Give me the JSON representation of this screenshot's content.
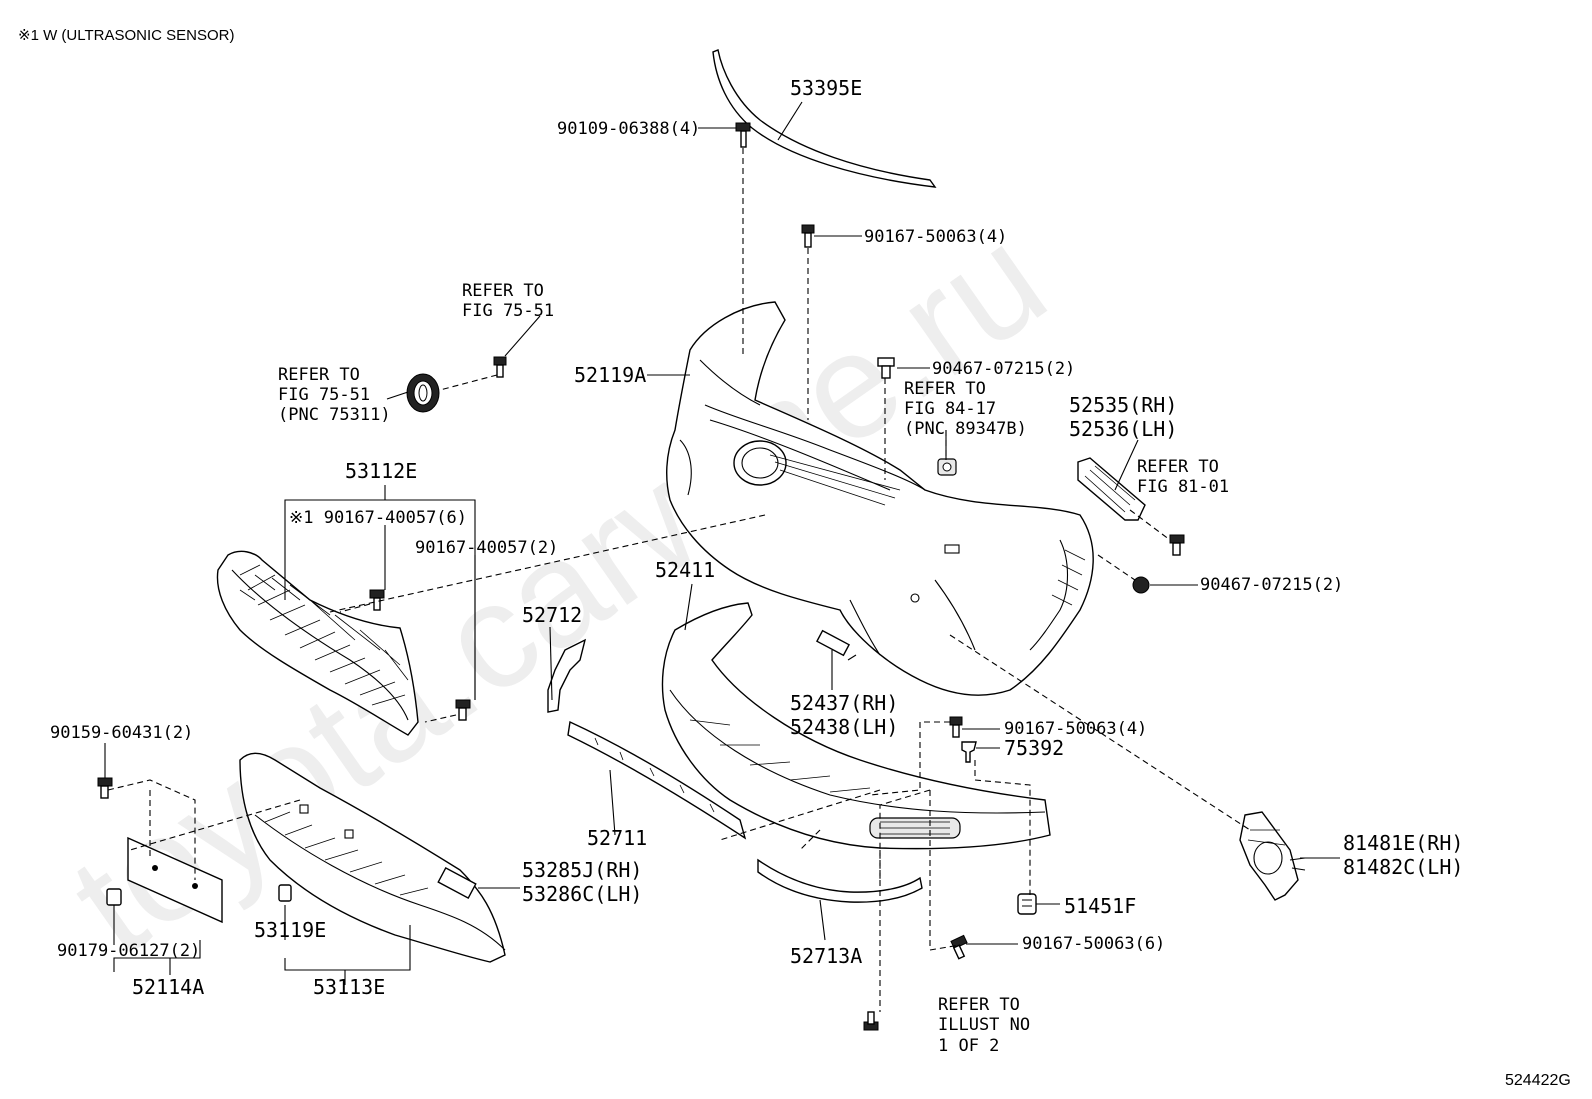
{
  "header_note": "※1 W (ULTRASONIC SENSOR)",
  "diagram_code": "524422G",
  "watermark": "toyota.carwine.ru",
  "labels": {
    "p53395E": "53395E",
    "p90109": "90109-06388(4)",
    "p90167_50063_top": "90167-50063(4)",
    "refer_75_51_a_1": "REFER TO",
    "refer_75_51_a_2": "FIG 75-51",
    "refer_75_51_b_1": "REFER TO",
    "refer_75_51_b_2": "FIG 75-51",
    "refer_75_51_b_3": "(PNC 75311)",
    "p52119A": "52119A",
    "p90467_top": "90467-07215(2)",
    "refer_84_17_1": "REFER TO",
    "refer_84_17_2": "FIG 84-17",
    "refer_84_17_3": "(PNC 89347B)",
    "p52535": "52535(RH)",
    "p52536": "52536(LH)",
    "refer_81_01_1": "REFER TO",
    "refer_81_01_2": "FIG 81-01",
    "p53112E": "53112E",
    "p90167_40057_6": "※1 90167-40057(6)",
    "p90167_40057_2": "90167-40057(2)",
    "p90467_right": "90467-07215(2)",
    "p52411": "52411",
    "p52712": "52712",
    "p52437": "52437(RH)",
    "p52438": "52438(LH)",
    "p90159": "90159-60431(2)",
    "p90167_50063_mid": "90167-50063(4)",
    "p75392": "75392",
    "p52711": "52711",
    "p81481E": "81481E(RH)",
    "p81482C": "81482C(LH)",
    "p53285J": "53285J(RH)",
    "p53286C": "53286C(LH)",
    "p51451F": "51451F",
    "p53119E": "53119E",
    "p90179": "90179-06127(2)",
    "p90167_50063_6": "90167-50063(6)",
    "p52713A": "52713A",
    "p52114A": "52114A",
    "p53113E": "53113E",
    "refer_illust_1": "REFER TO",
    "refer_illust_2": "ILLUST NO",
    "refer_illust_3": "1 OF 2"
  }
}
